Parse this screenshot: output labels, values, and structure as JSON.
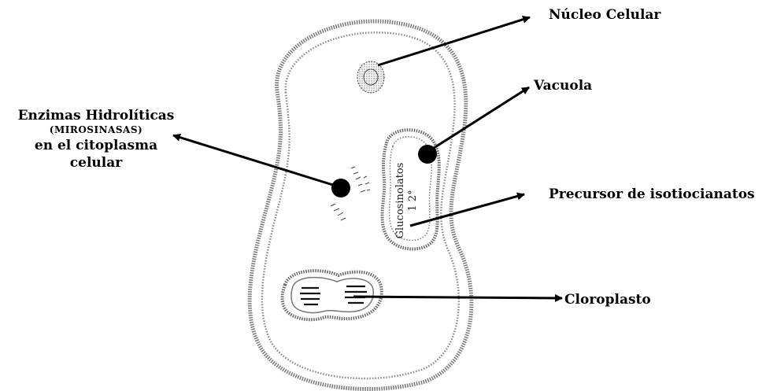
{
  "labels": {
    "nucleus": "Núcleo Celular",
    "vacuole": "Vacuola",
    "enzymes_line1": "Enzimas Hidrolíticas",
    "enzymes_line2": "(MIROSINASAS)",
    "enzymes_line3": "en el citoplasma",
    "enzymes_line4": "celular",
    "precursor": "Precursor de isotiocianatos",
    "chloroplast": "Cloroplasto"
  },
  "vacuole_text": {
    "line1": "Glucosinolatos",
    "line2": "1   2°"
  },
  "colors": {
    "ink": "#000000",
    "stipple": "#6a6a6a",
    "background": "#ffffff"
  }
}
